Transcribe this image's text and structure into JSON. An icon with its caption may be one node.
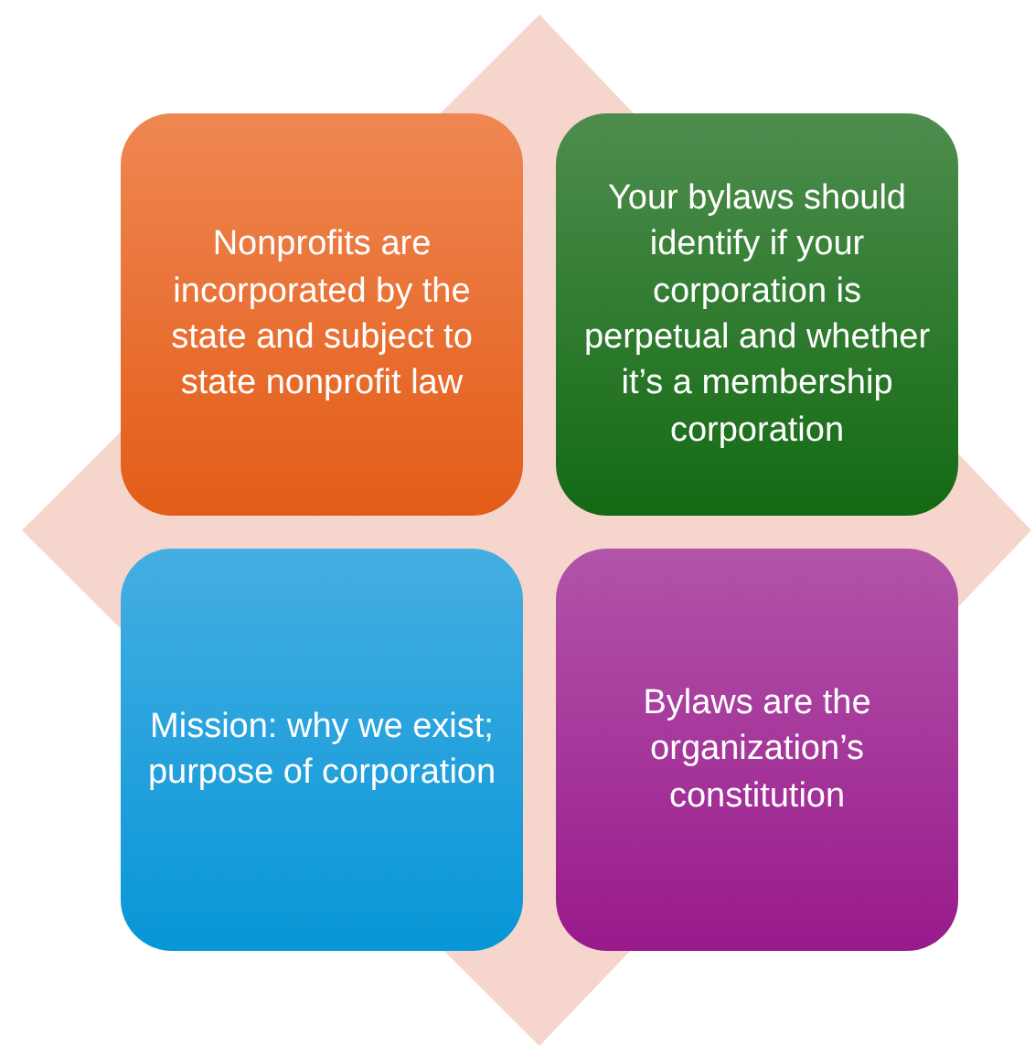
{
  "diagram": {
    "nodes": [
      {
        "text": [
          "Nonprofits are incorporated by the state and subject to state nonprofit law"
        ]
      },
      {
        "text": [
          "Your bylaws should identify if your corporation is perpetual and whether it’s a membership corporation"
        ]
      },
      {
        "text": [
          "Mission: why we exist; purpose of corporation"
        ]
      },
      {
        "text": [
          "Bylaws are the organization’s constitution"
        ]
      }
    ]
  }
}
